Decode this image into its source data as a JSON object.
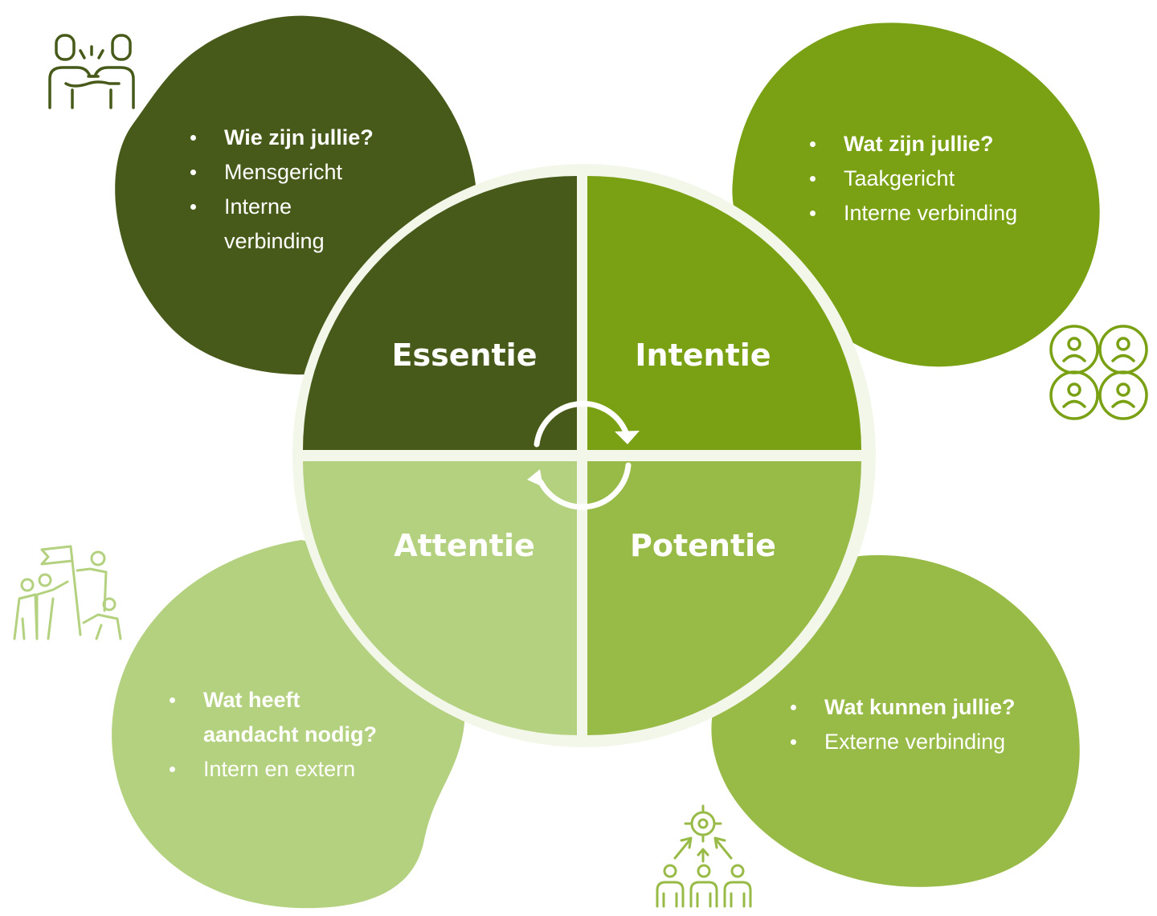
{
  "colors": {
    "essentie": "#475a19",
    "intentie": "#79a113",
    "attentie": "#b3d17e",
    "potentie": "#98bb48",
    "ring": "#f2f7e9"
  },
  "quadrants": {
    "essentie": {
      "label": "Essentie",
      "icon": "fist-bump-icon"
    },
    "intentie": {
      "label": "Intentie",
      "icon": "connected-people-icon"
    },
    "attentie": {
      "label": "Attentie",
      "icon": "team-flag-icon"
    },
    "potentie": {
      "label": "Potentie",
      "icon": "target-group-icon"
    }
  },
  "blobs": {
    "essentie": [
      "Wie zijn jullie?",
      "Mensgericht",
      "Interne",
      "verbinding"
    ],
    "intentie": [
      "Wat zijn jullie?",
      "Taakgericht",
      "Interne verbinding"
    ],
    "attentie": [
      "Wat heeft",
      "aandacht nodig?",
      "Intern en extern"
    ],
    "potentie": [
      "Wat kunnen jullie?",
      "Externe verbinding"
    ]
  },
  "cycle_icon": "circular-arrows-icon"
}
